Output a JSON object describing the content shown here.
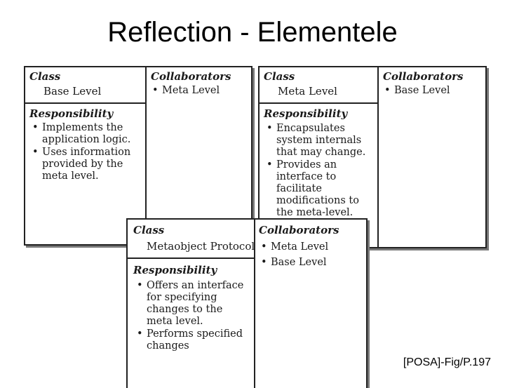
{
  "title": "Reflection - Elementele",
  "citation": "[POSA]-Fig/P.197",
  "cards": {
    "base": {
      "class_header": "Class",
      "class_name": "Base Level",
      "collab_header": "Collaborators",
      "collaborators": [
        "Meta Level"
      ],
      "resp_header": "Responsibility",
      "responsibilities": [
        "Implements the application logic.",
        "Uses information provided by the meta level."
      ]
    },
    "meta": {
      "class_header": "Class",
      "class_name": "Meta Level",
      "collab_header": "Collaborators",
      "collaborators": [
        "Base Level"
      ],
      "resp_header": "Responsibility",
      "responsibilities": [
        "Encapsulates system internals that may change.",
        "Provides an interface to facilitate modifications to the meta-level."
      ]
    },
    "mop": {
      "class_header": "Class",
      "class_name": "Metaobject Protocol",
      "collab_header": "Collaborators",
      "collaborators": [
        "Meta Level",
        "Base Level"
      ],
      "resp_header": "Responsibility",
      "responsibilities": [
        "Offers an interface for specifying changes to the meta level.",
        "Performs specified changes"
      ]
    }
  }
}
